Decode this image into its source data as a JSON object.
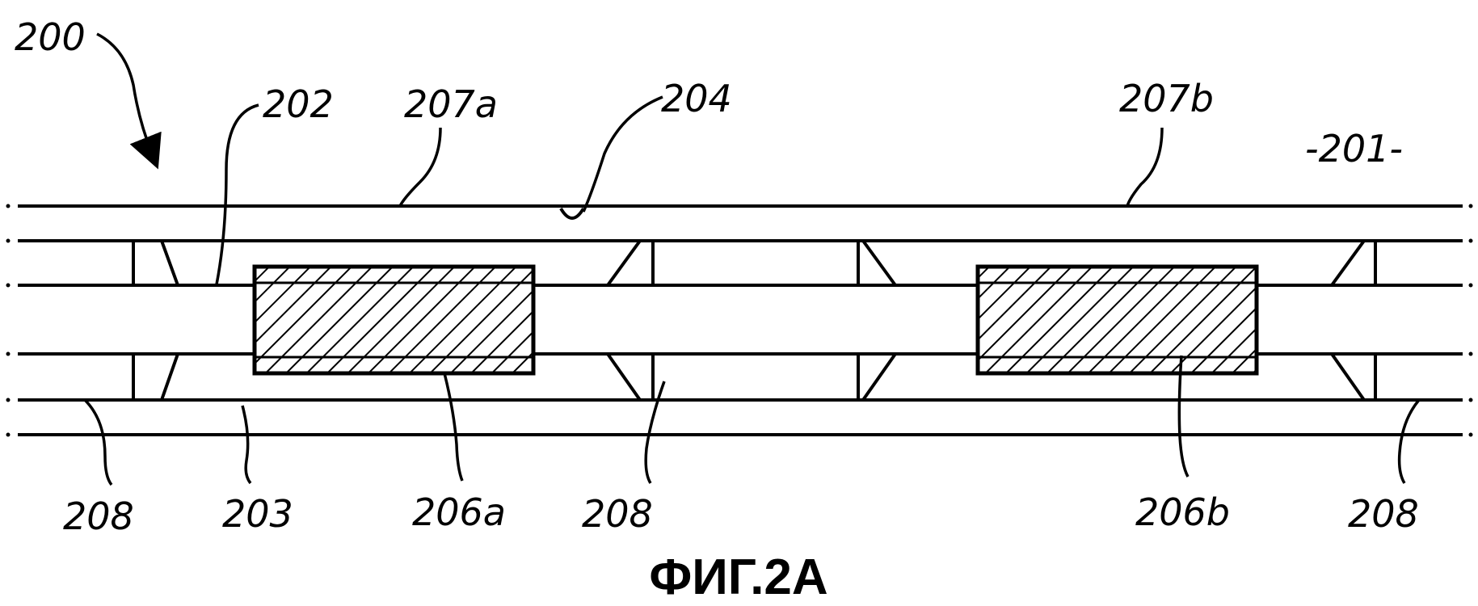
{
  "figure": {
    "caption": "ФИГ.2А",
    "labels": {
      "l200": "200",
      "l202": "202",
      "l207a": "207a",
      "l204": "204",
      "l207b": "207b",
      "l201": "-201-",
      "l208_left": "208",
      "l203": "203",
      "l206a": "206a",
      "l208_mid": "208",
      "l206b": "206b",
      "l208_right": "208"
    },
    "colors": {
      "ink": "#000000",
      "background": "#ffffff"
    }
  }
}
